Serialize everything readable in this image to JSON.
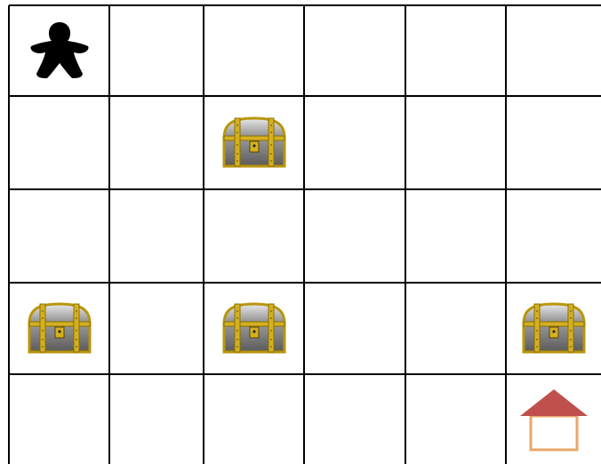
{
  "board": {
    "rows": 5,
    "cols": 6,
    "line_color": "#000000",
    "background": "#ffffff"
  },
  "pieces": [
    {
      "type": "meeple-icon",
      "row": 0,
      "col": 0,
      "color": "#000000"
    },
    {
      "type": "treasure-chest-icon",
      "row": 1,
      "col": 2
    },
    {
      "type": "treasure-chest-icon",
      "row": 3,
      "col": 0
    },
    {
      "type": "treasure-chest-icon",
      "row": 3,
      "col": 2
    },
    {
      "type": "treasure-chest-icon",
      "row": 3,
      "col": 5
    },
    {
      "type": "house-icon",
      "row": 4,
      "col": 5,
      "roof_color": "#c0504d",
      "wall_color": "#e9a86a"
    }
  ]
}
